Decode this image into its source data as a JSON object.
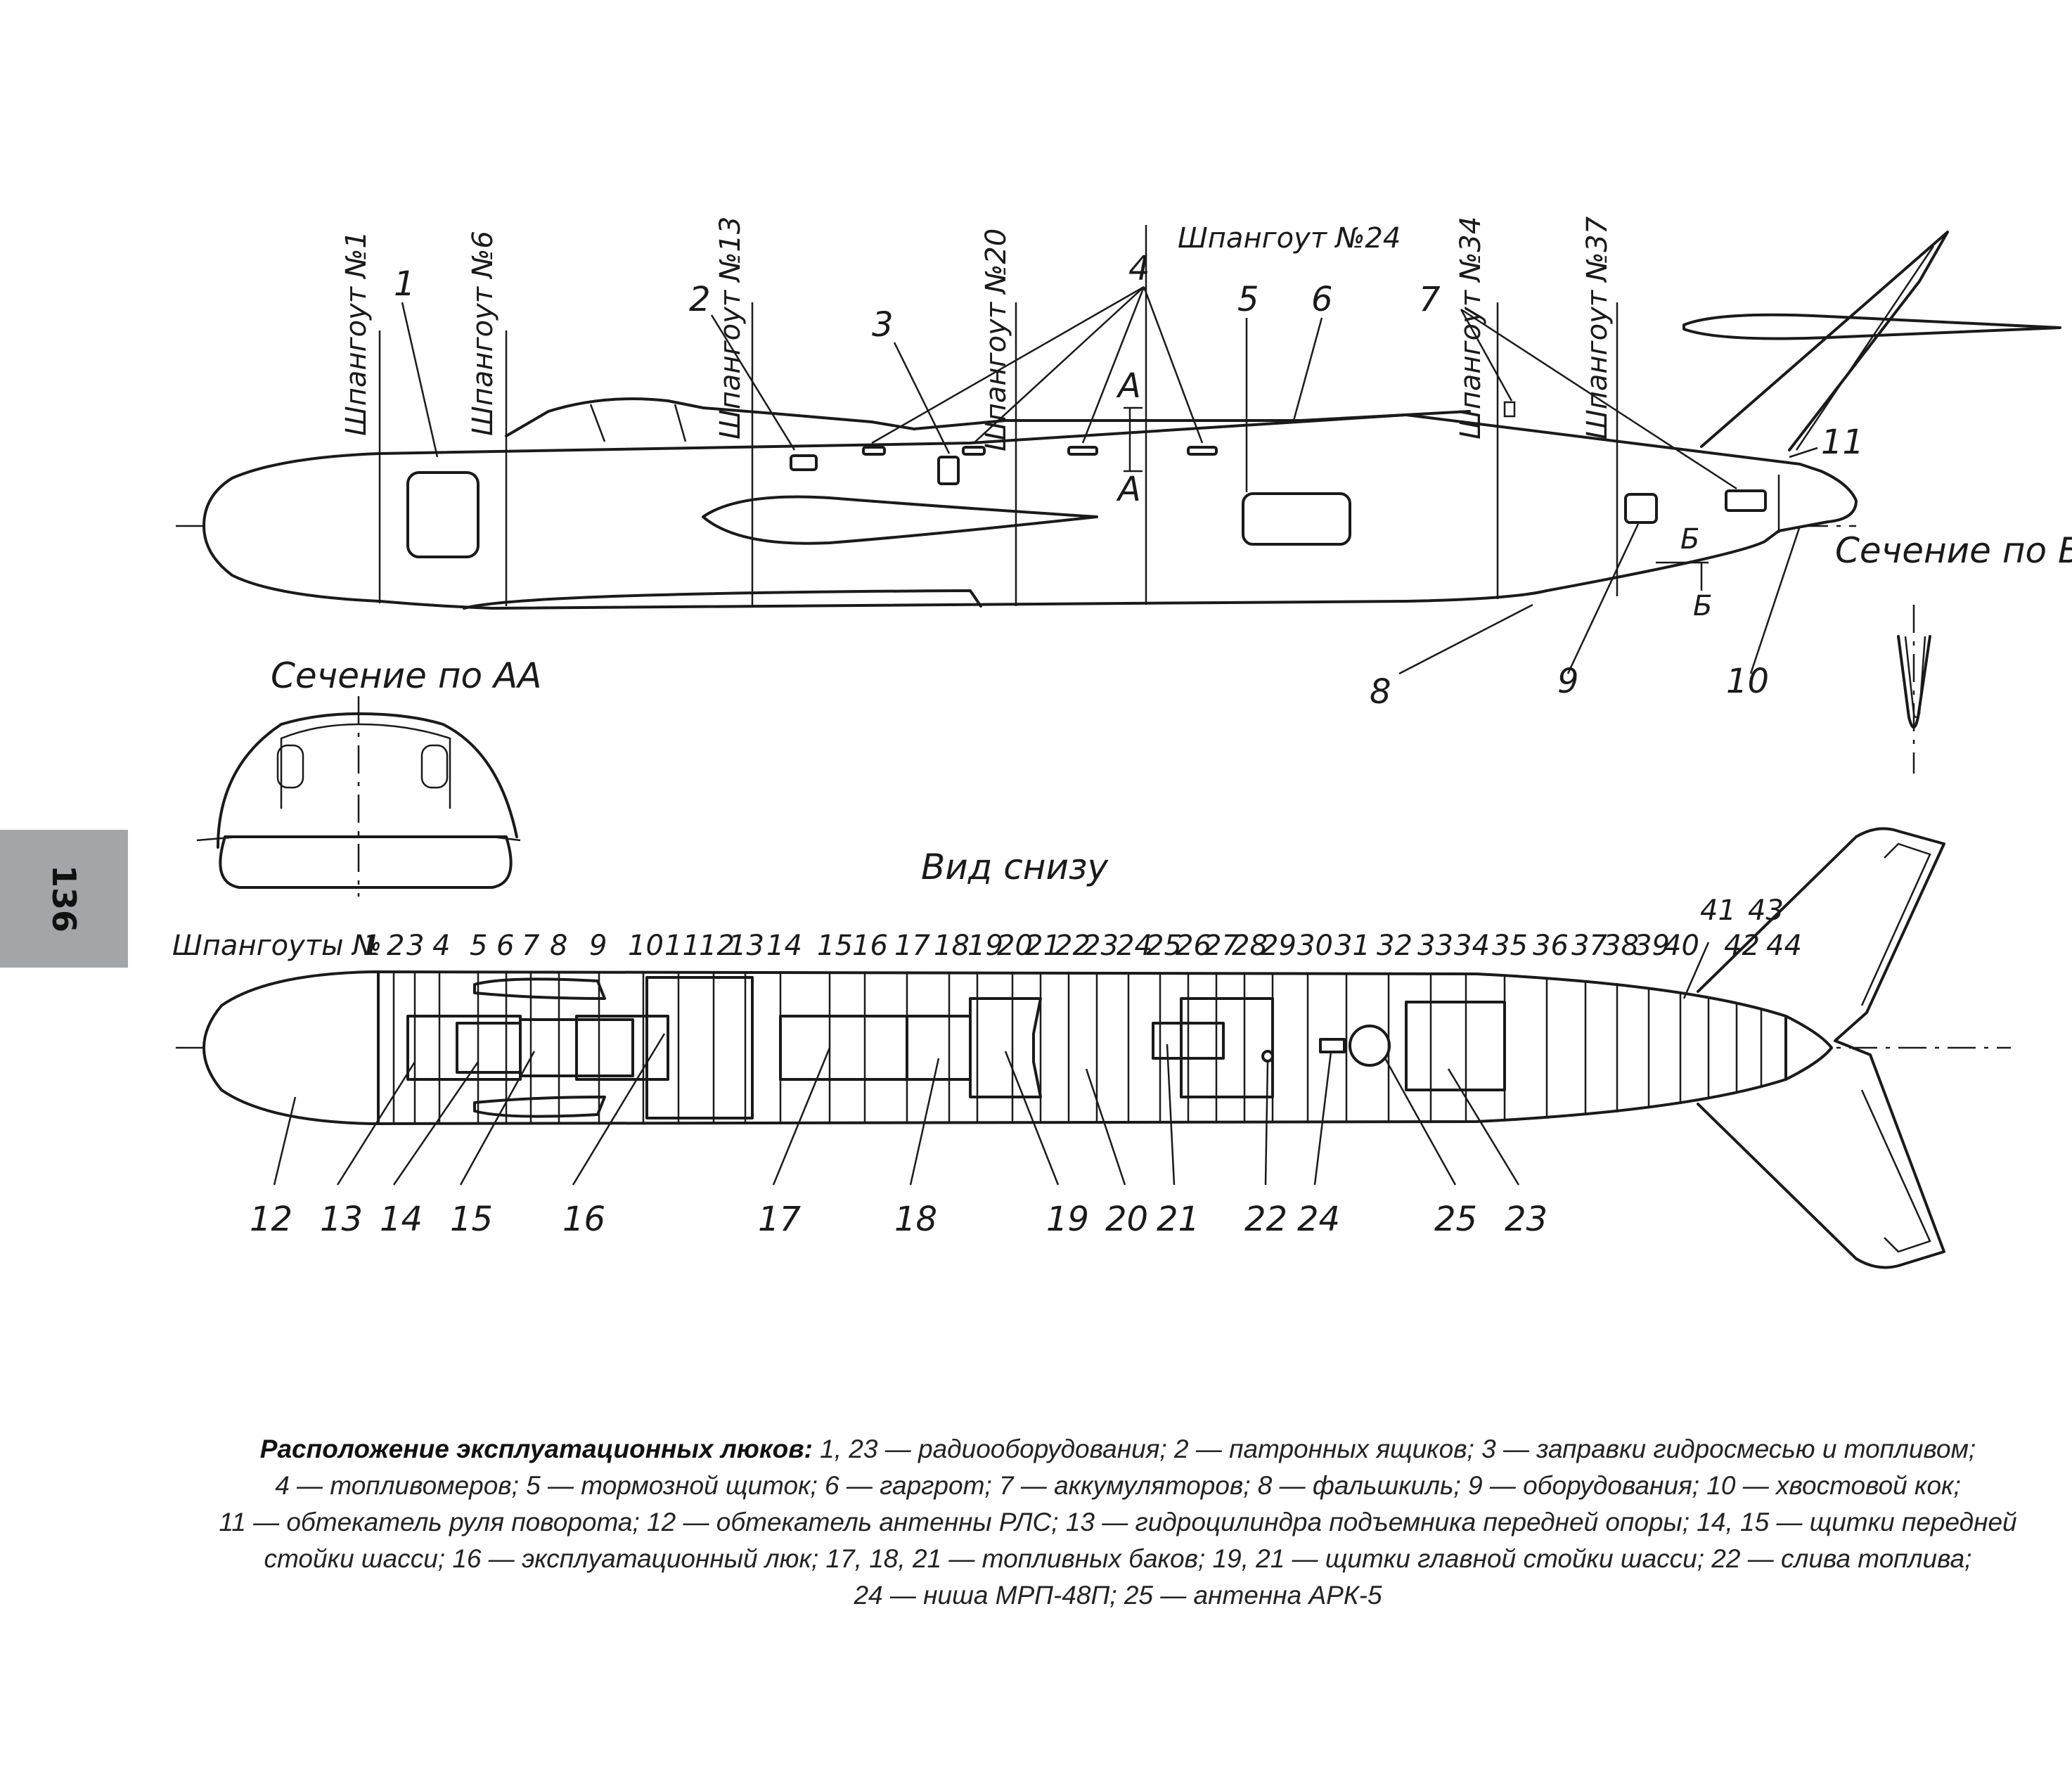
{
  "page": {
    "number": "136"
  },
  "side_view": {
    "frame_labels": {
      "f1": "Шпангоут №1",
      "f6": "Шпангоут №6",
      "f13": "Шпангоут №13",
      "f20": "Шпангоут №20",
      "f24": "Шпангоут №24",
      "f34": "Шпангоут №34",
      "f37": "Шпангоут №37"
    },
    "callouts": [
      "1",
      "2",
      "3",
      "4",
      "5",
      "6",
      "7",
      "8",
      "9",
      "10",
      "11"
    ],
    "section_mark": "А",
    "section_mark_b": "Б"
  },
  "section_bb": {
    "title": "Сечение по ББ"
  },
  "section_aa": {
    "title": "Сечение по АА"
  },
  "bottom_view": {
    "title": "Вид снизу",
    "frames_label": "Шпангоуты №",
    "frame_numbers": [
      "1",
      "2",
      "3",
      "4",
      "5",
      "6",
      "7",
      "8",
      "9",
      "10",
      "11",
      "12",
      "13",
      "14",
      "15",
      "16",
      "17",
      "18",
      "19",
      "20",
      "21",
      "22",
      "23",
      "24",
      "25",
      "26",
      "27",
      "28",
      "29",
      "30",
      "31",
      "32",
      "33",
      "34",
      "35",
      "36",
      "37",
      "38",
      "39",
      "40",
      "41",
      "42",
      "43",
      "44"
    ],
    "callouts": [
      "12",
      "13",
      "14",
      "15",
      "16",
      "17",
      "18",
      "19",
      "20",
      "21",
      "22",
      "24",
      "25",
      "23"
    ]
  },
  "caption": {
    "lead": "Расположение эксплуатационных люков:",
    "line1_rest": " 1, 23 — радиооборудования; 2 — патронных ящиков; 3 — заправки гидросмесью и топливом;",
    "line2": "4 — топливомеров; 5 — тормозной щиток; 6 — гаргрот; 7 — аккумуляторов; 8 — фальшкиль; 9 — оборудования; 10 — хвостовой кок;",
    "line3": "11 — обтекатель руля поворота; 12 — обтекатель антенны РЛС; 13 — гидроцилиндра подъемника передней опоры; 14, 15 — щитки передней",
    "line4": "стойки шасси; 16 — эксплуатационный люк; 17, 18, 21 — топливных баков; 19, 21 — щитки главной стойки шасси; 22 — слива топлива;",
    "line5": "24 — ниша МРП-48П; 25 — антенна АРК-5"
  }
}
